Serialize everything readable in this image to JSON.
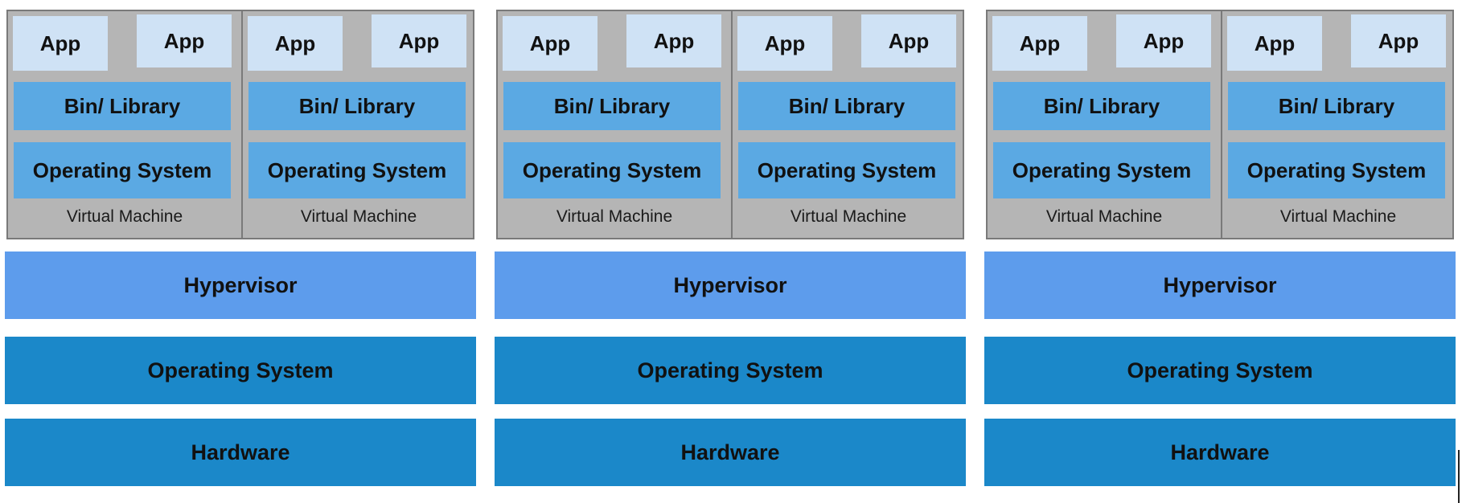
{
  "stacks": [
    {
      "vms": [
        {
          "apps": [
            "App",
            "App"
          ],
          "library": "Bin/ Library",
          "os": "Operating System",
          "label": "Virtual Machine"
        },
        {
          "apps": [
            "App",
            "App"
          ],
          "library": "Bin/ Library",
          "os": "Operating System",
          "label": "Virtual Machine"
        }
      ],
      "hypervisor": "Hypervisor",
      "host_os": "Operating System",
      "hardware": "Hardware"
    },
    {
      "vms": [
        {
          "apps": [
            "App",
            "App"
          ],
          "library": "Bin/ Library",
          "os": "Operating System",
          "label": "Virtual Machine"
        },
        {
          "apps": [
            "App",
            "App"
          ],
          "library": "Bin/ Library",
          "os": "Operating System",
          "label": "Virtual Machine"
        }
      ],
      "hypervisor": "Hypervisor",
      "host_os": "Operating System",
      "hardware": "Hardware"
    },
    {
      "vms": [
        {
          "apps": [
            "App",
            "App"
          ],
          "library": "Bin/ Library",
          "os": "Operating System",
          "label": "Virtual Machine"
        },
        {
          "apps": [
            "App",
            "App"
          ],
          "library": "Bin/ Library",
          "os": "Operating System",
          "label": "Virtual Machine"
        }
      ],
      "hypervisor": "Hypervisor",
      "host_os": "Operating System",
      "hardware": "Hardware"
    }
  ],
  "colors": {
    "app": "#cfe2f5",
    "vm_layer": "#5ba9e3",
    "hypervisor": "#5d9cec",
    "host_layer": "#1b88c9",
    "vm_group_bg": "#b5b5b5"
  }
}
